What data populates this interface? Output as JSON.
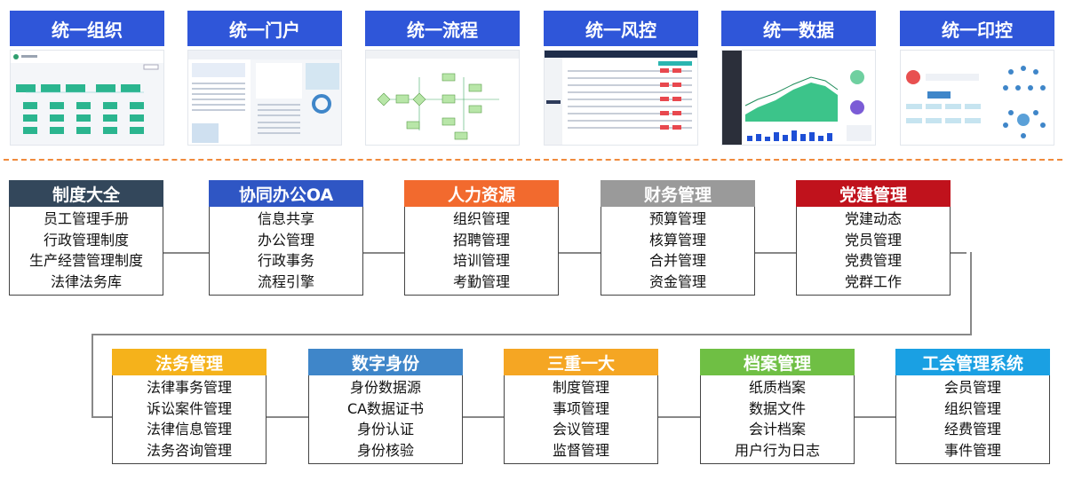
{
  "top_items": [
    {
      "title": "统一组织"
    },
    {
      "title": "统一门户"
    },
    {
      "title": "统一流程"
    },
    {
      "title": "统一风控"
    },
    {
      "title": "统一数据"
    },
    {
      "title": "统一印控"
    }
  ],
  "modules_row1": [
    {
      "title": "制度大全",
      "color": "#33475b",
      "items": [
        "员工管理手册",
        "行政管理制度",
        "生产经营管理制度",
        "法律法务库"
      ]
    },
    {
      "title": "协同办公OA",
      "color": "#2f56c4",
      "items": [
        "信息共享",
        "办公管理",
        "行政事务",
        "流程引擎"
      ]
    },
    {
      "title": "人力资源",
      "color": "#f26a2e",
      "items": [
        "组织管理",
        "招聘管理",
        "培训管理",
        "考勤管理"
      ]
    },
    {
      "title": "财务管理",
      "color": "#9a9a9a",
      "items": [
        "预算管理",
        "核算管理",
        "合并管理",
        "资金管理"
      ]
    },
    {
      "title": "党建管理",
      "color": "#c0121c",
      "items": [
        "党建动态",
        "党员管理",
        "党费管理",
        "党群工作"
      ]
    }
  ],
  "modules_row2": [
    {
      "title": "法务管理",
      "color": "#f5b21b",
      "items": [
        "法律事务管理",
        "诉讼案件管理",
        "法律信息管理",
        "法务咨询管理"
      ]
    },
    {
      "title": "数字身份",
      "color": "#3f86c9",
      "items": [
        "身份数据源",
        "CA数据证书",
        "身份认证",
        "身份核验"
      ]
    },
    {
      "title": "三重一大",
      "color": "#f5a623",
      "items": [
        "制度管理",
        "事项管理",
        "会议管理",
        "监督管理"
      ]
    },
    {
      "title": "档案管理",
      "color": "#6fbf44",
      "items": [
        "纸质档案",
        "数据文件",
        "会计档案",
        "用户行为日志"
      ]
    },
    {
      "title": "工会管理系统",
      "color": "#1aa0e3",
      "items": [
        "会员管理",
        "组织管理",
        "经费管理",
        "事件管理"
      ]
    }
  ]
}
